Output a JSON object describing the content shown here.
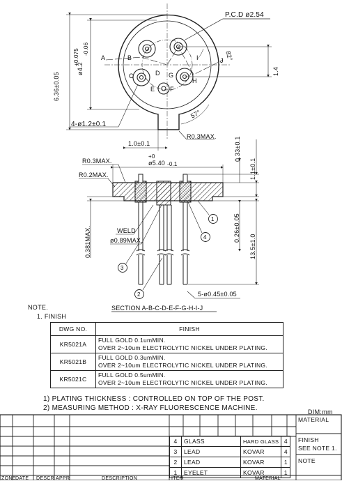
{
  "labels": {
    "pcd": "P.C.D ø2.54",
    "dim_636": "6.36±0.05",
    "dim_42": "ø4.2",
    "tol_plus": "+0.075",
    "tol_minus": "-0.06",
    "letters": [
      "A",
      "B",
      "C",
      "D",
      "E",
      "F",
      "G",
      "H",
      "I",
      "J"
    ],
    "deg82": "82°",
    "deg57": "57°",
    "dim_14": "1.4",
    "holes": "4-ø1.2±0.1",
    "r03max_top": "R0.3MAX.",
    "dim_10": "1.0±0.1",
    "dim_540": "ø5.40",
    "tol_540_plus": "+0",
    "tol_540_minus": "-0.1",
    "r03max": "R0.3MAX.",
    "r02max": "R0.2MAX.",
    "dim_033": "0.33±0.1",
    "dim_11": "1.1±0.1",
    "dim_0381": "0.381MAX.",
    "weld": "WELD",
    "d089": "ø0.89MAX.",
    "dim_026": "0.26±0.05",
    "dim_135": "13.5±1.0",
    "lead_dia": "5-ø0.45±0.05",
    "balloons": [
      "1",
      "2",
      "3",
      "4"
    ],
    "section": "SECTION A-B-C-D-E-F-G-H-I-J"
  },
  "note": {
    "heading": "NOTE.",
    "item1": "1.  FINISH",
    "line1": "1)  PLATING THICKNESS : CONTROLLED ON TOP OF THE POST.",
    "line2": "2)  MEASURING METHOD : X-RAY FLUORESCENCE MACHINE.",
    "dim_unit": "DIM:mm"
  },
  "finish_table": {
    "header_dwg": "DWG NO.",
    "header_finish": "FINISH",
    "rows": [
      {
        "dwg": "KR5021A",
        "line1": "FULL GOLD 0.1umMIN.",
        "line2": "OVER 2~10um ELECTROLYTIC NICKEL UNDER PLATING."
      },
      {
        "dwg": "KR5021B",
        "line1": "FULL GOLD 0.3umMIN.",
        "line2": "OVER 2~10um ELECTROLYTIC NICKEL UNDER PLATING."
      },
      {
        "dwg": "KR5021C",
        "line1": "FULL GOLD 0.5umMIN.",
        "line2": "OVER 2~10um ELECTROLYTIC NICKEL UNDER PLATING."
      }
    ]
  },
  "title_block": {
    "material": "MATERIAL",
    "finish": "FINISH",
    "finish_note": "SEE NOTE 1.",
    "note": "NOTE",
    "bottom_headers": [
      "ZONE",
      "DATE",
      "DESCR",
      "APPR",
      "DESCRIPTION",
      "ITEM",
      "MATERIAL"
    ]
  },
  "bom": [
    {
      "no": "4",
      "part": "GLASS",
      "material": "HARD GLASS",
      "qty": "4"
    },
    {
      "no": "3",
      "part": "LEAD",
      "material": "KOVAR",
      "qty": "4"
    },
    {
      "no": "2",
      "part": "LEAD",
      "material": "KOVAR",
      "qty": "1"
    },
    {
      "no": "1",
      "part": "EYELET",
      "material": "KOVAR",
      "qty": "1"
    }
  ]
}
